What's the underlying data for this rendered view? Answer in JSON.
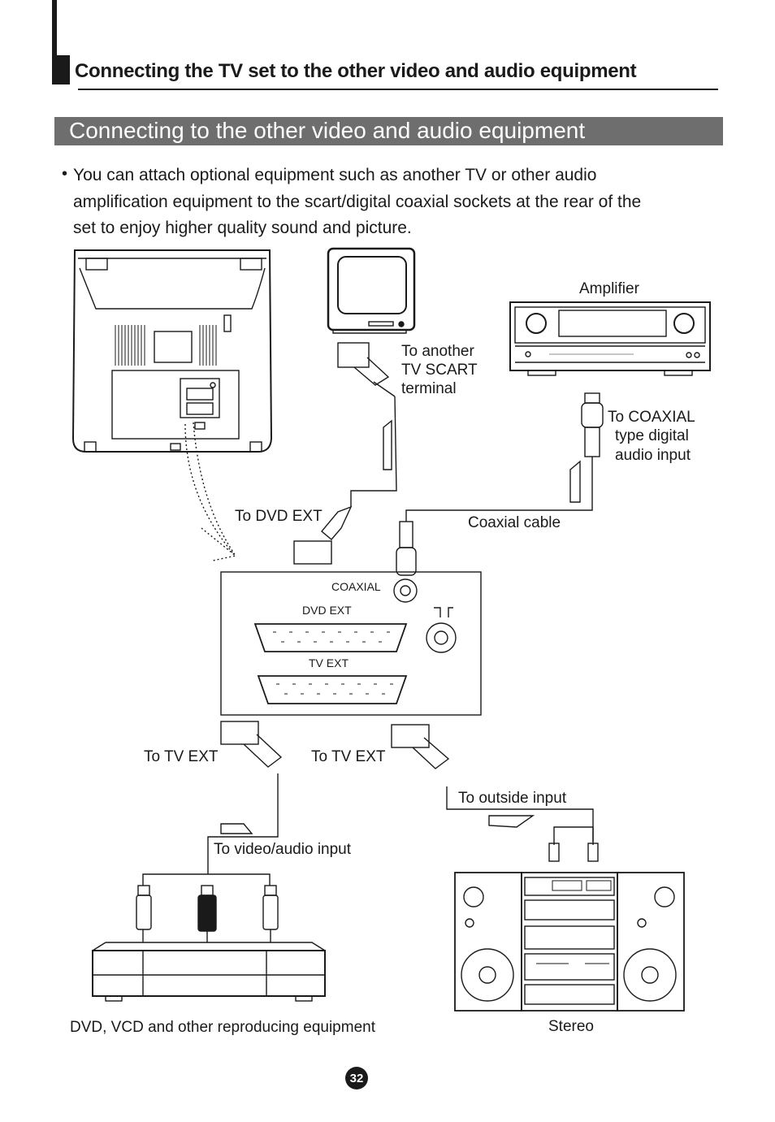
{
  "header": {
    "title": "Connecting the TV set to the other video and audio equipment"
  },
  "section": {
    "title": "Connecting to the other video and audio equipment"
  },
  "intro": {
    "bullet": "•",
    "text": "You can attach optional equipment such as another TV or other audio amplification equipment to the scart/digital coaxial sockets at the rear of the set to enjoy higher quality sound and picture."
  },
  "diagram": {
    "amplifier": "Amplifier",
    "to_another_tv": [
      "To another",
      "TV SCART",
      "terminal"
    ],
    "to_coaxial": [
      "To COAXIAL",
      "type digital",
      "audio input"
    ],
    "to_dvd_ext": "To DVD EXT",
    "coaxial_cable": "Coaxial cable",
    "panel_coaxial": "COAXIAL",
    "panel_dvd_ext": "DVD EXT",
    "panel_tv_ext": "TV EXT",
    "to_tv_ext_left": "To TV EXT",
    "to_tv_ext_right": "To TV EXT",
    "to_outside_input": "To outside input",
    "to_video_audio_input": "To video/audio input",
    "dvd_caption": "DVD, VCD and other reproducing equipment",
    "stereo_caption": "Stereo"
  },
  "footer": {
    "page_number": "32"
  },
  "colors": {
    "banner": "#6e6e6e",
    "ink": "#1a1a1a"
  }
}
